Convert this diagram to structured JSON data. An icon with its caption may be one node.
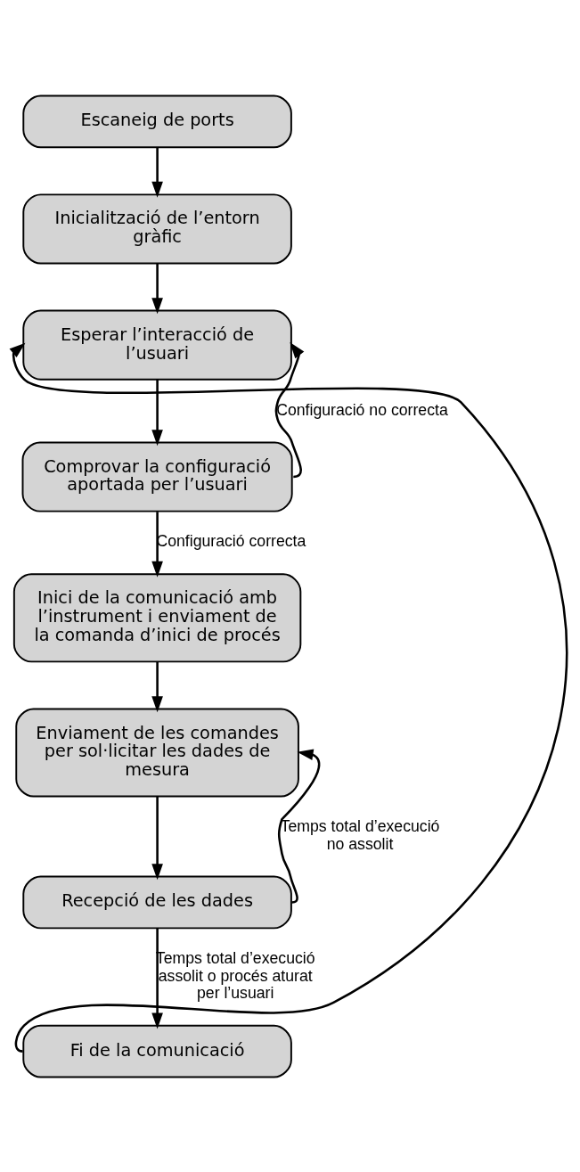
{
  "diagram": {
    "nodes": [
      {
        "text": [
          "Escaneig de ports"
        ]
      },
      {
        "text": [
          "Inicialització de l’entorn gràfic"
        ]
      },
      {
        "text": [
          "Esperar l’interacció de l’usuari"
        ]
      },
      {
        "text": [
          "Comprovar la configuració aportada per l’usuari"
        ]
      },
      {
        "text": [
          "Inici de la comunicació amb l’instrument i enviament de la comanda d’inici de procés"
        ]
      },
      {
        "text": [
          "Enviament de les comandes per sol·licitar les dades de mesura"
        ]
      },
      {
        "text": [
          "Recepció de les dades"
        ]
      },
      {
        "text": [
          "Fi de la comunicació"
        ]
      }
    ],
    "edges": [
      {
        "from": 0,
        "to": 1,
        "arrow": "to"
      },
      {
        "from": 1,
        "to": 2,
        "arrow": "to"
      },
      {
        "from": 2,
        "to": 3,
        "arrow": "to"
      },
      {
        "from": 3,
        "to": 2,
        "arrow": "to",
        "label": "Configuració no correcta"
      },
      {
        "from": 3,
        "to": 4,
        "arrow": "to",
        "label": "Configuració correcta"
      },
      {
        "from": 4,
        "to": 5,
        "arrow": "to"
      },
      {
        "from": 5,
        "to": 6,
        "arrow": "to"
      },
      {
        "from": 6,
        "to": 5,
        "arrow": "to",
        "label": "Temps total d’execució no assolit"
      },
      {
        "from": 6,
        "to": 7,
        "arrow": "to",
        "label": "Temps total d’execució assolit o procés aturat per l’usuari"
      },
      {
        "from": 7,
        "to": 2,
        "arrow": "to"
      }
    ]
  }
}
